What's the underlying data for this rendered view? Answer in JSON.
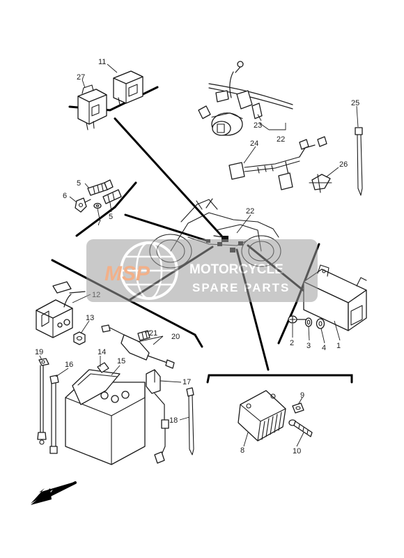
{
  "diagram": {
    "callouts": [
      "1",
      "2",
      "3",
      "4",
      "5",
      "5",
      "6",
      "7",
      "8",
      "9",
      "10",
      "11",
      "12",
      "13",
      "14",
      "15",
      "16",
      "17",
      "18",
      "19",
      "20",
      "21",
      "22",
      "22",
      "23",
      "24",
      "25",
      "26",
      "27"
    ]
  },
  "watermark": {
    "logo": "MSP",
    "line1": "MOTORCYCLE",
    "line2": "SPARE PARTS",
    "accent": "#e8702a"
  },
  "colors": {
    "ink": "#1a1a1a",
    "watermark_gray": "#9e9e9e"
  }
}
